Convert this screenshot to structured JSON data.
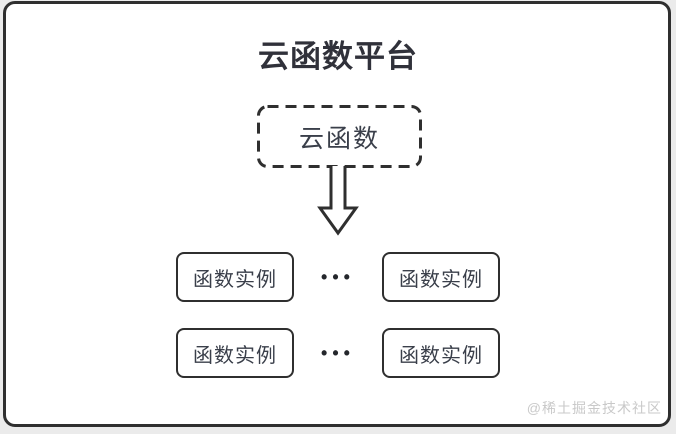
{
  "colors": {
    "page_background": "#ebebeb",
    "frame_background": "#ffffff",
    "ink": "#2f2f2f",
    "label_text": "#3a3f4a",
    "watermark_text": "#c9c9c9"
  },
  "diagram": {
    "title": "云函数平台",
    "cloud_function": {
      "label": "云函数"
    },
    "arrow": {
      "icon": "hollow-down-arrow",
      "direction": "down"
    },
    "instance_rows": [
      {
        "left": "函数实例",
        "ellipsis": "•••",
        "right": "函数实例"
      },
      {
        "left": "函数实例",
        "ellipsis": "•••",
        "right": "函数实例"
      }
    ],
    "watermark": "@稀土掘金技术社区"
  }
}
